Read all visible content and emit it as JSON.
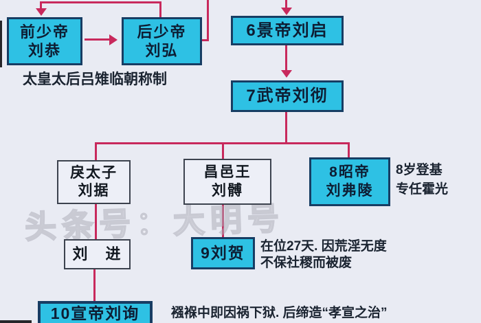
{
  "palette": {
    "background": "#e9ebf3",
    "connector_line": "#c8295c",
    "emperor_box_fill": "#2ec1e4",
    "emperor_box_border": "#173d63",
    "plain_box_fill": "#edeff7",
    "plain_box_border": "#3c424e",
    "text": "#0d1d33"
  },
  "nodes": {
    "qian_shao_di": {
      "lines": [
        "前少帝",
        "刘恭"
      ]
    },
    "hou_shao_di": {
      "lines": [
        "后少帝",
        "刘弘"
      ]
    },
    "jing_di": {
      "label": "6景帝刘启"
    },
    "wu_di": {
      "label": "7武帝刘彻"
    },
    "li_taizi": {
      "lines": [
        "戾太子",
        "刘据"
      ]
    },
    "changyi_wang": {
      "lines": [
        "昌邑王",
        "刘髆"
      ]
    },
    "zhao_di": {
      "lines": [
        "8昭帝",
        "刘弗陵"
      ]
    },
    "liu_jin": {
      "label": "刘　进"
    },
    "liu_he": {
      "label": "9刘贺"
    },
    "xuan_di": {
      "label": "10宣帝刘询"
    }
  },
  "annotations": {
    "lv_zhi": "太皇太后吕雉临朝称制",
    "zhao_di_note_line1": "8岁登基",
    "zhao_di_note_line2": "专任霍光",
    "liu_he_note_line1": "在位27天. 因荒淫无度",
    "liu_he_note_line2": "不保社稷而被废",
    "xuan_di_note": "襁褓中即因祸下狱. 后缔造“孝宣之治”"
  },
  "watermark": "头条号：大明号"
}
